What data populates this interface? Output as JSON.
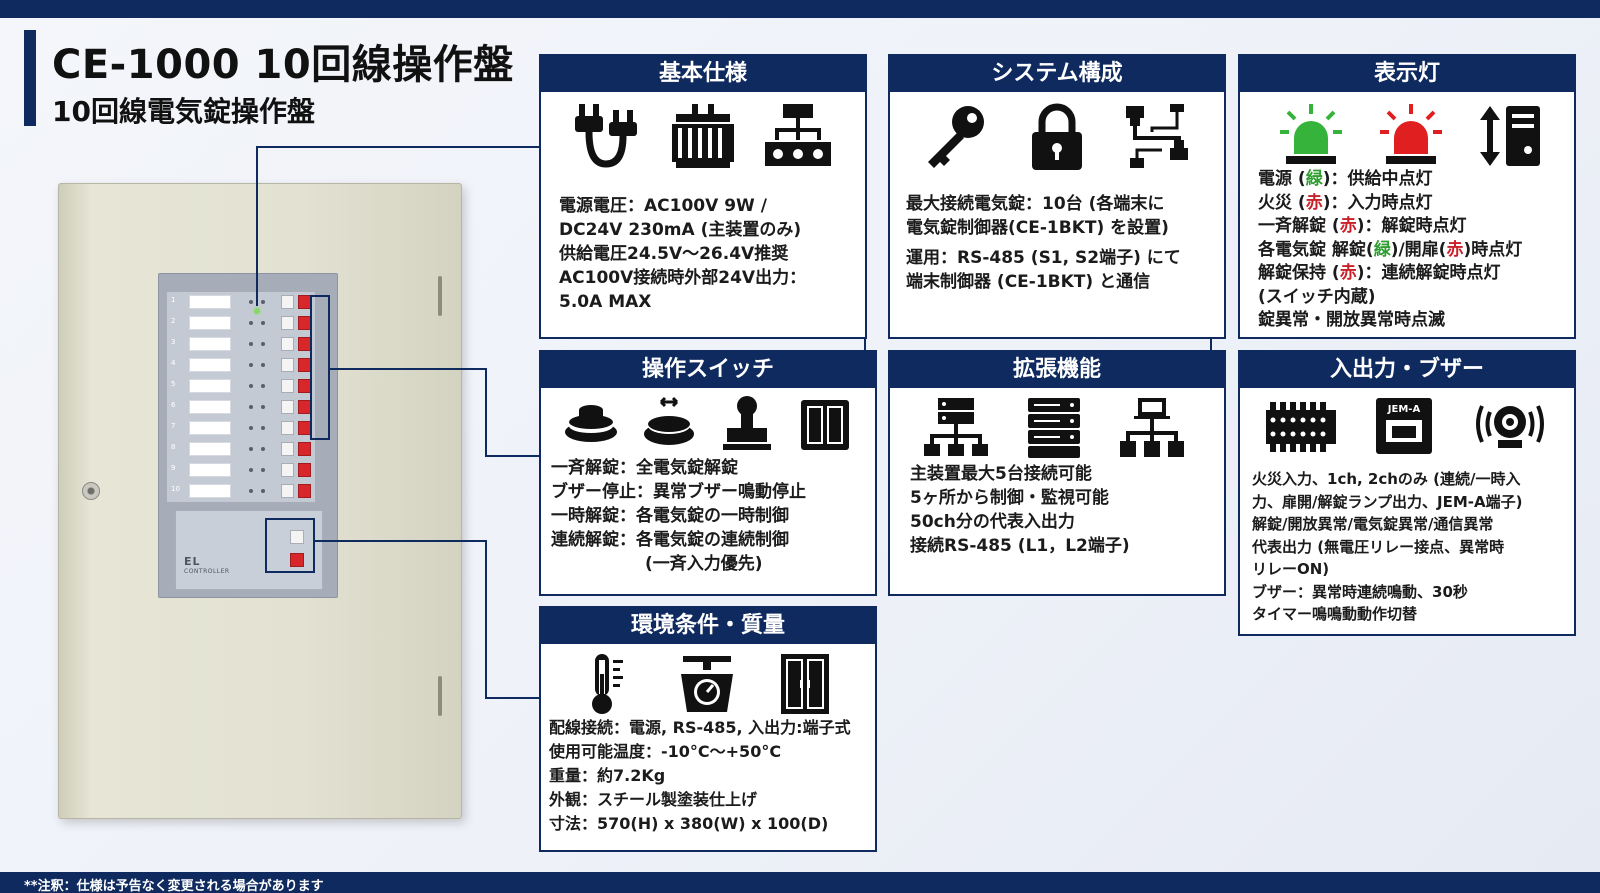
{
  "header": {
    "title": "CE-1000 10回線操作盤",
    "subtitle": "10回線電気錠操作盤"
  },
  "footer": {
    "note": "**注釈：仕様は予告なく変更される場合があります"
  },
  "product": {
    "logo": "EL",
    "logo_sub": "CONTROLLER",
    "circuits": [
      "1",
      "2",
      "3",
      "4",
      "5",
      "6",
      "7",
      "8",
      "9",
      "10"
    ]
  },
  "cards": {
    "basic": {
      "title": "基本仕様",
      "icons": [
        "plug-icon",
        "transformer-icon",
        "power-distribution-icon"
      ],
      "lines": [
        "電源電圧：AC100V 9W /",
        "DC24V 230mA (主装置のみ)",
        "供給電圧24.5V〜26.4V推奨",
        "AC100V接続時外部24V出力：",
        "5.0A MAX"
      ]
    },
    "system": {
      "title": "システム構成",
      "icons": [
        "key-icon",
        "padlock-icon",
        "cable-connection-icon"
      ],
      "lines": [
        "最大接続電気錠：10台 (各端末に",
        "電気錠制御器(CE-1BKT) を設置)",
        "運用：RS-485 (S1, S2端子) にて",
        "端末制御器 (CE-1BKT) と通信"
      ]
    },
    "indicator": {
      "title": "表示灯",
      "icons": [
        "green-warning-light-icon",
        "red-warning-light-icon",
        "panel-updown-icon"
      ],
      "l1a": "電源 (",
      "l1b": "緑",
      "l1c": ")：供給中点灯",
      "l2a": "火災 (",
      "l2b": "赤",
      "l2c": ")：入力時点灯",
      "l3a": "一斉解錠 (",
      "l3b": "赤",
      "l3c": ")：解錠時点灯",
      "l4a": "各電気錠 解錠(",
      "l4b": "緑",
      "l4c": ")/開扉(",
      "l4d": "赤",
      "l4e": ")時点灯",
      "l5a": "解錠保持 (",
      "l5b": "赤",
      "l5c": ")：連続解錠時点灯",
      "l6": "(スイッチ内蔵)",
      "l7": "錠異常・開放異常時点滅"
    },
    "switch": {
      "title": "操作スイッチ",
      "icons": [
        "push-button-icon",
        "toggle-button-icon",
        "stamp-switch-icon",
        "rocker-switch-icon"
      ],
      "lines": [
        "一斉解錠：全電気錠解錠",
        "ブザー停止：異常ブザー鳴動停止",
        "一時解錠：各電気錠の一時制御",
        "連続解錠：各電気錠の連続制御",
        "(一斉入力優先)"
      ]
    },
    "expansion": {
      "title": "拡張機能",
      "icons": [
        "server-network-icon",
        "server-rack-icon",
        "network-hierarchy-icon"
      ],
      "lines": [
        "主装置最大5台接続可能",
        "5ヶ所から制御・監視可能",
        "50ch分の代表入出力",
        "接続RS-485 (L1，L2端子)"
      ]
    },
    "io": {
      "title": "入出力・ブザー",
      "icons": [
        "terminal-block-icon",
        "jem-a-connector-icon",
        "buzzer-icon"
      ],
      "jem_label": "JEM-A",
      "lines": [
        "火災入力、1ch, 2chのみ (連続/一時入",
        "力、扉開/解錠ランプ出力、JEM-A端子)",
        "解錠/開放異常/電気錠異常/通信異常",
        "代表出力 (無電圧リレー接点、異常時",
        "リレーON)",
        "ブザー：異常時連続鳴動、30秒",
        "タイマー鳴鳴動動作切替"
      ]
    },
    "env": {
      "title": "環境条件・質量",
      "icons": [
        "thermometer-icon",
        "weighing-scale-icon",
        "cabinet-icon"
      ],
      "lines": [
        "配線接続：電源, RS-485, 入出力:端子式",
        "使用可能温度：-10°C〜+50°C",
        "重量：約7.2Kg",
        "外観：スチール製塗装仕上げ",
        "寸法：570(H) x 380(W) x 100(D)"
      ]
    }
  }
}
